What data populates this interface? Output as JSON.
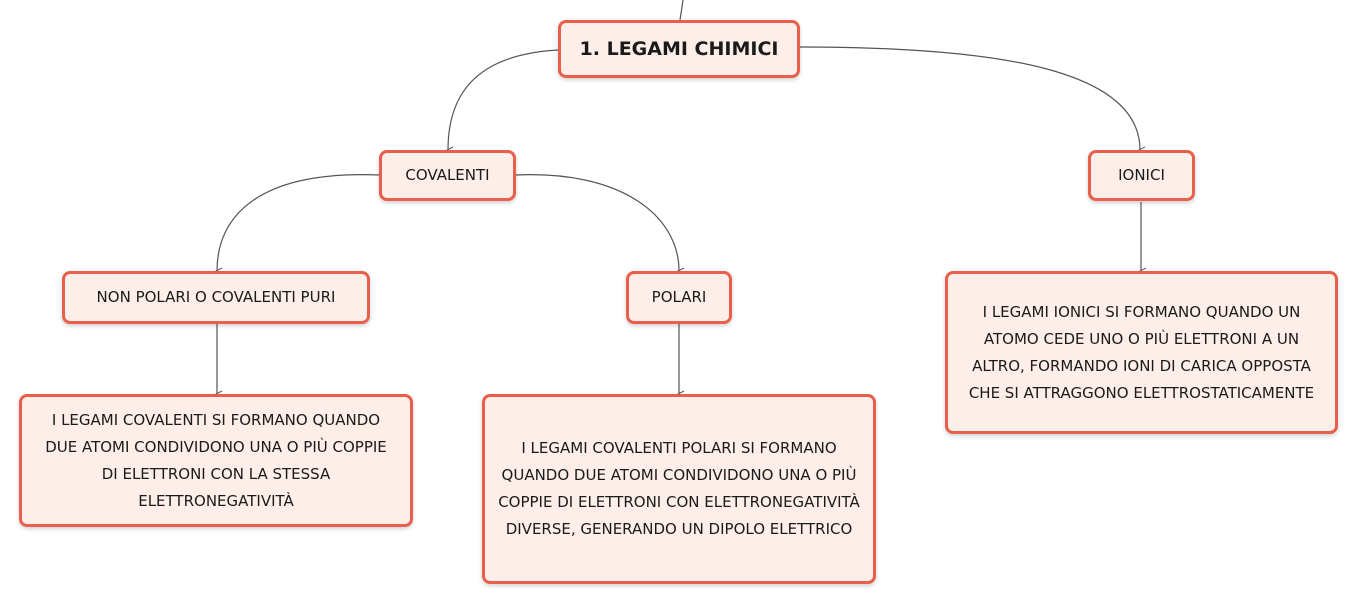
{
  "map": {
    "root": {
      "label": "1. LEGAMI CHIMICI"
    },
    "covalenti": {
      "label": "COVALENTI"
    },
    "ionici": {
      "label": "IONICI"
    },
    "non_polari": {
      "label": "NON POLARI O COVALENTI PURI"
    },
    "polari": {
      "label": "POLARI"
    },
    "desc_non_polari": {
      "text": "I LEGAMI COVALENTI SI FORMANO QUANDO DUE ATOMI CONDIVIDONO UNA O PIÙ COPPIE DI ELETTRONI CON LA STESSA ELETTRONEGATIVITÀ"
    },
    "desc_polari": {
      "text": "I LEGAMI COVALENTI POLARI SI FORMANO QUANDO DUE ATOMI CONDIVIDONO UNA O PIÙ COPPIE DI ELETTRONI CON ELETTRONEGATIVITÀ DIVERSE, GENERANDO UN DIPOLO ELETTRICO"
    },
    "desc_ionici": {
      "text": "I LEGAMI IONICI SI FORMANO QUANDO UN ATOMO CEDE UNO O PIÙ ELETTRONI A UN ALTRO, FORMANDO IONI DI CARICA OPPOSTA CHE SI ATTRAGGONO ELETTROSTATICAMENTE"
    }
  },
  "colors": {
    "node_border": "#e8604c",
    "node_fill": "#fdeee9",
    "connector": "#555555"
  }
}
